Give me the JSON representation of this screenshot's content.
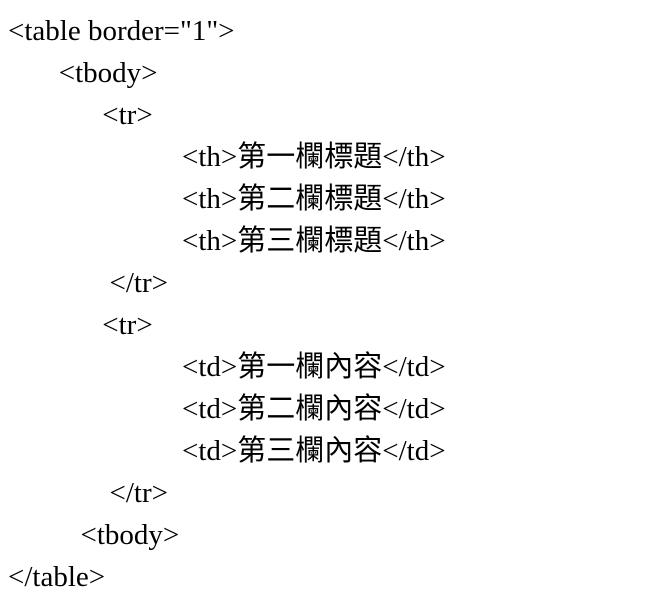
{
  "code": {
    "language": "html-source",
    "lines": [
      "<table border=\"1\">",
      "       <tbody>",
      "             <tr>",
      "                        <th>第一欄標題</th>",
      "                        <th>第二欄標題</th>",
      "                        <th>第三欄標題</th>",
      "              </tr>",
      "             <tr>",
      "                        <td>第一欄內容</td>",
      "                        <td>第二欄內容</td>",
      "                        <td>第三欄內容</td>",
      "              </tr>",
      "          <tbody>",
      "</table>"
    ]
  }
}
